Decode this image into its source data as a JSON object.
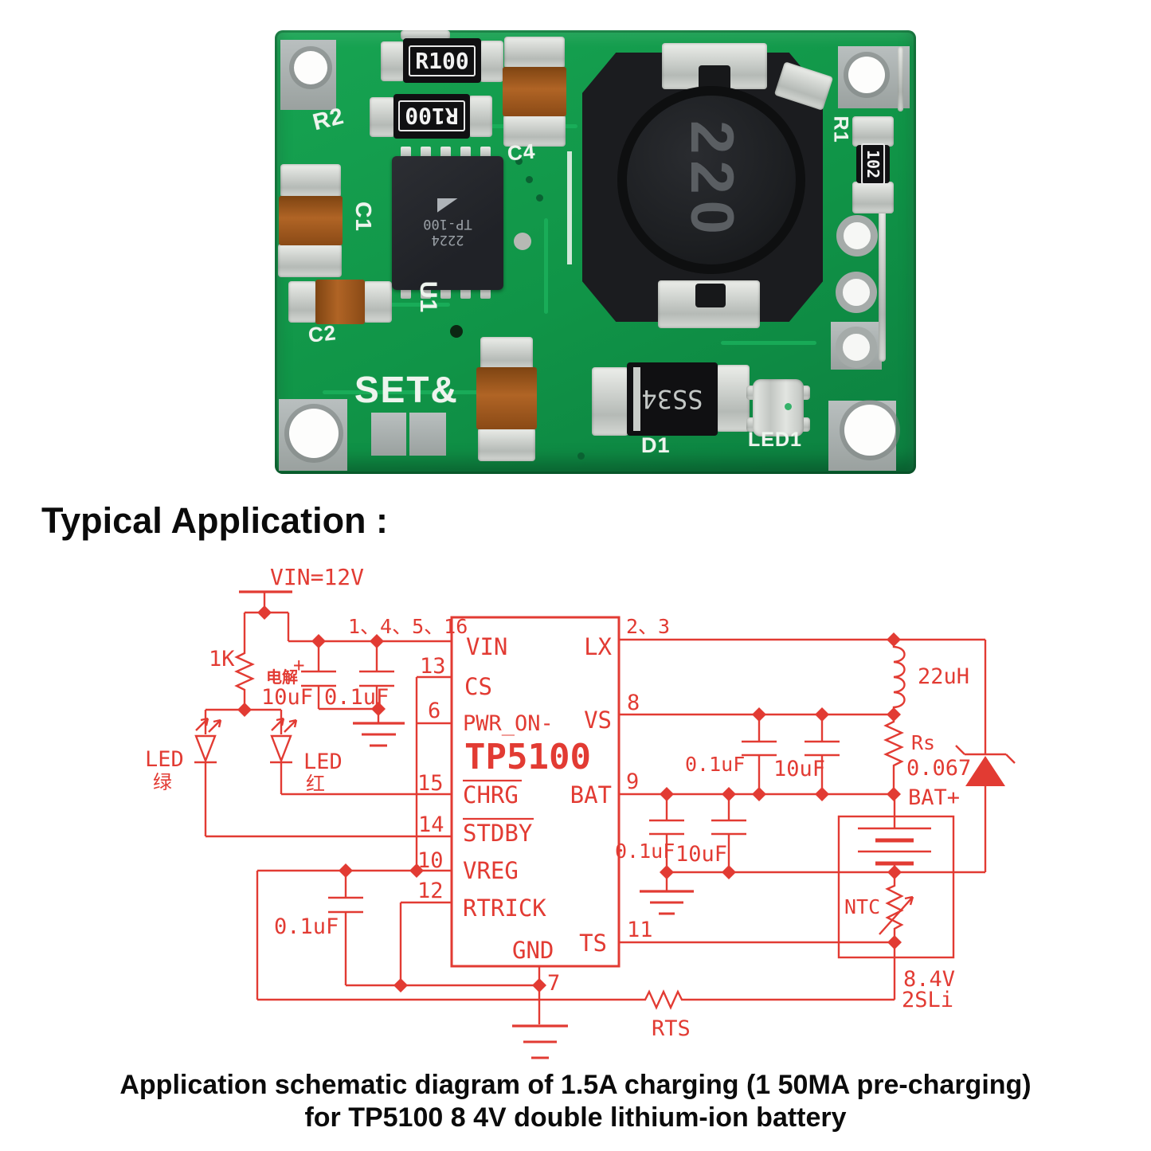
{
  "pcb": {
    "silkscreen": {
      "r2": "R2",
      "c1": "C1",
      "c2": "C2",
      "c4": "C4",
      "u1": "U1",
      "d1": "D1",
      "led1": "LED1",
      "set_pads": "SET&",
      "r1": "R1"
    },
    "markings": {
      "r100_a": "R100",
      "r100_b": "R100",
      "inductor": "220",
      "resistor_right": "102",
      "diode": "SS34",
      "chip_line1": "2224",
      "chip_line2": "TP-100"
    }
  },
  "heading": {
    "text": "Typical Application :"
  },
  "schematic": {
    "accent": "#e23b33",
    "ic": {
      "name": "TP5100",
      "pins": {
        "vin": "VIN",
        "cs": "CS",
        "pwr_on": "PWR_ON-",
        "chrg": "CHRG",
        "stdby": "STDBY",
        "vreg": "VREG",
        "rtrick": "RTRICK",
        "gnd": "GND",
        "lx": "LX",
        "vs": "VS",
        "bat": "BAT",
        "ts": "TS"
      }
    },
    "pin_numbers": {
      "vin": "1、4、5、16",
      "lx": "2、3",
      "cs": "13",
      "pwr_on": "6",
      "vs": "8",
      "chrg": "15",
      "bat": "9",
      "stdby": "14",
      "vreg": "10",
      "rtrick": "12",
      "ts": "11",
      "gnd": "7"
    },
    "labels": {
      "vin_rail": "VIN=12V",
      "r_pullup": "1K",
      "cap_elec": "电解",
      "cap_elec_plus": "+",
      "cap_in_10uf": "10uF",
      "cap_in_01uf": "0.1uF",
      "led_a": "LED",
      "led_a_color": "绿",
      "led_b": "LED",
      "led_b_color": "红",
      "cap_vreg": "0.1uF",
      "inductor": "22uH",
      "rs": "Rs",
      "rs_value": "0.067",
      "cap_vs_01uf": "0.1uF",
      "cap_vs_10uf": "10uF",
      "cap_bat_01uf": "0.1uF",
      "cap_bat_10uf": "10uF",
      "bat_plus": "BAT+",
      "ntc": "NTC",
      "battery_voltage": "8.4V",
      "battery_type": "2SLi",
      "rts": "RTS"
    }
  },
  "caption": {
    "line1": "Application schematic diagram of 1.5A charging (1 50MA pre-charging)",
    "line2": "for TP5100 8 4V double lithium-ion battery"
  }
}
